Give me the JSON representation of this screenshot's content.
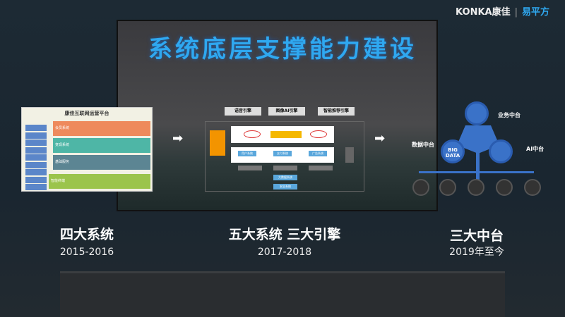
{
  "title": "系统底层支撑能力建设",
  "brand": {
    "konka": "KONKA康佳",
    "partner": "易平方"
  },
  "stage1": {
    "heading": "四大系统",
    "years": "2015-2016",
    "diagram": {
      "title": "康佳互联网运营平台",
      "rows": [
        "会员系统",
        "变现系统",
        "基础服务",
        "智能终端"
      ]
    }
  },
  "stage2": {
    "heading": "五大系统 三大引擎",
    "years": "2017-2018",
    "engines": [
      "语音引擎",
      "图像AI引擎",
      "智能推荐引擎"
    ],
    "systems": [
      "用户系统",
      "支付系统",
      "广告系统",
      "大数据系统",
      "安全系统"
    ]
  },
  "stage3": {
    "heading": "三大中台",
    "years": "2019年至今",
    "platforms": [
      "业务中台",
      "数据中台",
      "AI中台"
    ],
    "big_data": "BIG DATA"
  }
}
